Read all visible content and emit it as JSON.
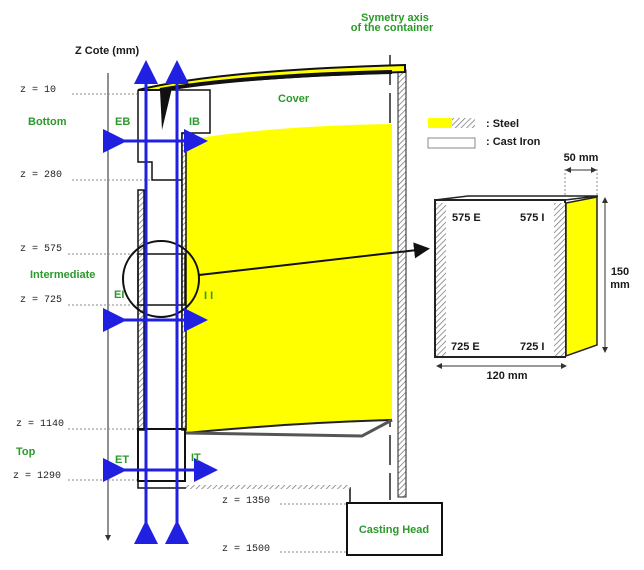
{
  "title": "Symetry axis",
  "title_line2": "of the container",
  "axis_label": "Z Cote (mm)",
  "z_levels": [
    {
      "label": "z = 10"
    },
    {
      "label": "z = 280"
    },
    {
      "label": "z = 575"
    },
    {
      "label": "z = 725"
    },
    {
      "label": "z = 1140"
    },
    {
      "label": "z = 1290"
    },
    {
      "label": "z = 1350"
    },
    {
      "label": "z = 1500"
    }
  ],
  "zones": {
    "bottom": "Bottom",
    "intermediate": "Intermediate",
    "top": "Top"
  },
  "points": {
    "eb": "EB",
    "ib": "IB",
    "ei": "EI",
    "ii": "I I",
    "et": "ET",
    "it": "IT"
  },
  "cover_label": "Cover",
  "casting_head_label": "Casting Head",
  "legend": {
    "steel": ": Steel",
    "cast_iron": ": Cast Iron"
  },
  "detail": {
    "tl": "575 E",
    "tr": "575 I",
    "bl": "725 E",
    "br": "725 I",
    "width": "120 mm",
    "depth": "50 mm",
    "height_value": "150",
    "height_unit": "mm"
  },
  "colors": {
    "steel": "#ffff00",
    "arrows": "#2020e0",
    "labels": "#2a9a2a"
  }
}
